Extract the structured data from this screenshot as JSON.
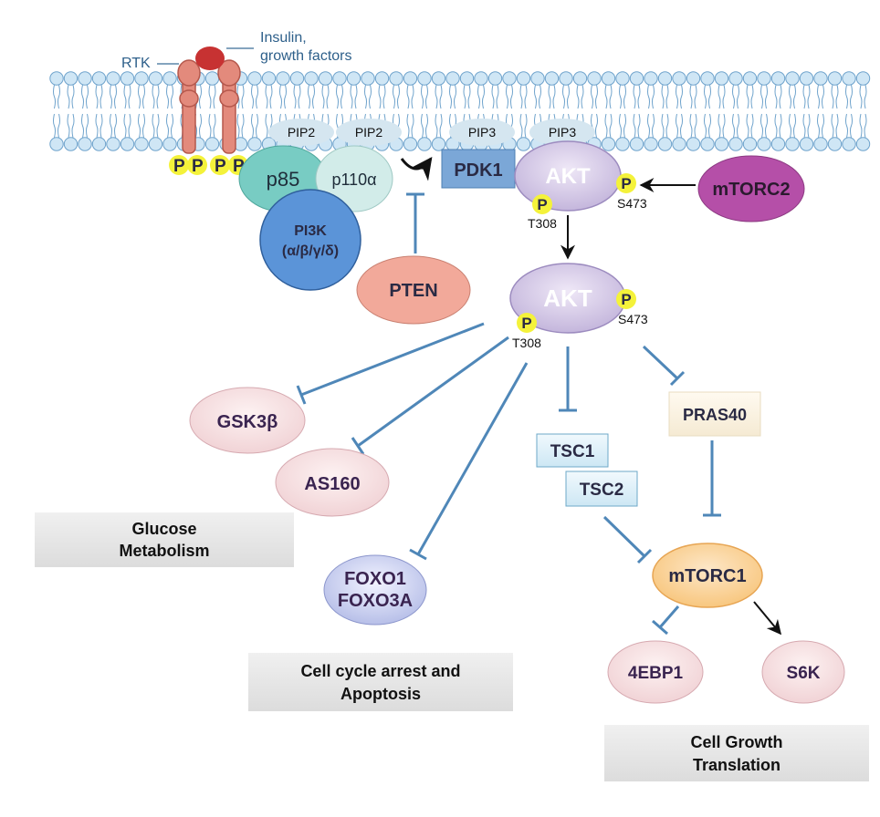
{
  "ligand": {
    "label_line1": "Insulin,",
    "label_line2": "growth factors",
    "color": "#c73232"
  },
  "receptor": {
    "label": "RTK",
    "color": "#e38a7c"
  },
  "phospho": {
    "symbol": "P",
    "color": "#f4f23a"
  },
  "lipids": {
    "pip2_a": "PIP2",
    "pip2_b": "PIP2",
    "pip3_a": "PIP3",
    "pip3_b": "PIP3"
  },
  "pi3k": {
    "p85": "p85",
    "p110": "p110α",
    "name": "PI3K",
    "isoforms": "(α/β/γ/δ)"
  },
  "pten": "PTEN",
  "pdk1": "PDK1",
  "mtorc2": "mTORC2",
  "akt_membrane": {
    "label": "AKT",
    "site_t308": "T308",
    "site_s473": "S473"
  },
  "akt_active": {
    "label": "AKT",
    "site_t308": "T308",
    "site_s473": "S473"
  },
  "targets": {
    "gsk3b": "GSK3β",
    "as160": "AS160",
    "foxo1": "FOXO1",
    "foxo3a": "FOXO3A",
    "tsc1": "TSC1",
    "tsc2": "TSC2",
    "pras40": "PRAS40",
    "mtorc1": "mTORC1",
    "4ebp1": "4EBP1",
    "s6k": "S6K"
  },
  "outcomes": {
    "glucose_line1": "Glucose",
    "glucose_line2": "Metabolism",
    "apoptosis_line1": "Cell cycle arrest and",
    "apoptosis_line2": "Apoptosis",
    "growth_line1": "Cell Growth",
    "growth_line2": "Translation"
  },
  "colors": {
    "membrane_head": "#cfe6f5",
    "membrane_outline": "#6fa3cc",
    "inhibit_line": "#4f87b8",
    "akt": "#d8cde8",
    "mtorc2": "#b54fa8",
    "pten": "#f2a99a",
    "pdk1": "#7ba7d7",
    "pi3k": "#5b94d8",
    "p85": "#78ccc3",
    "p110": "#d2ece9"
  }
}
